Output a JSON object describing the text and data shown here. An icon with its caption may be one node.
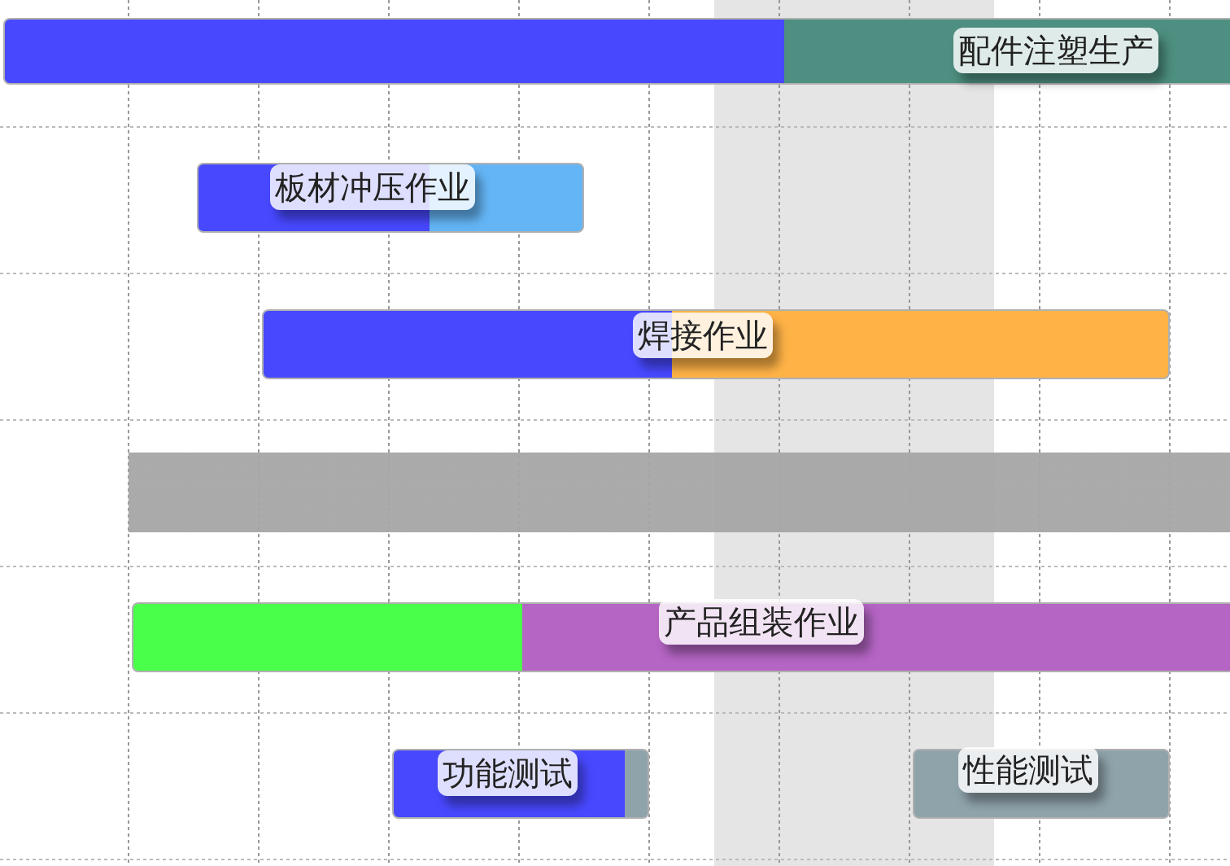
{
  "diagram": {
    "nodes": [
      {
        "text": [
          "配件注塑生产"
        ]
      },
      {
        "text": [
          "板材冲压作业"
        ]
      },
      {
        "text": [
          "焊接作业"
        ]
      },
      {
        "text": [],
        "shape": "bar"
      },
      {
        "text": [
          "产品组装作业"
        ]
      },
      {
        "text": [
          "功能测试"
        ]
      },
      {
        "text": [
          "性能测试"
        ]
      }
    ]
  }
}
